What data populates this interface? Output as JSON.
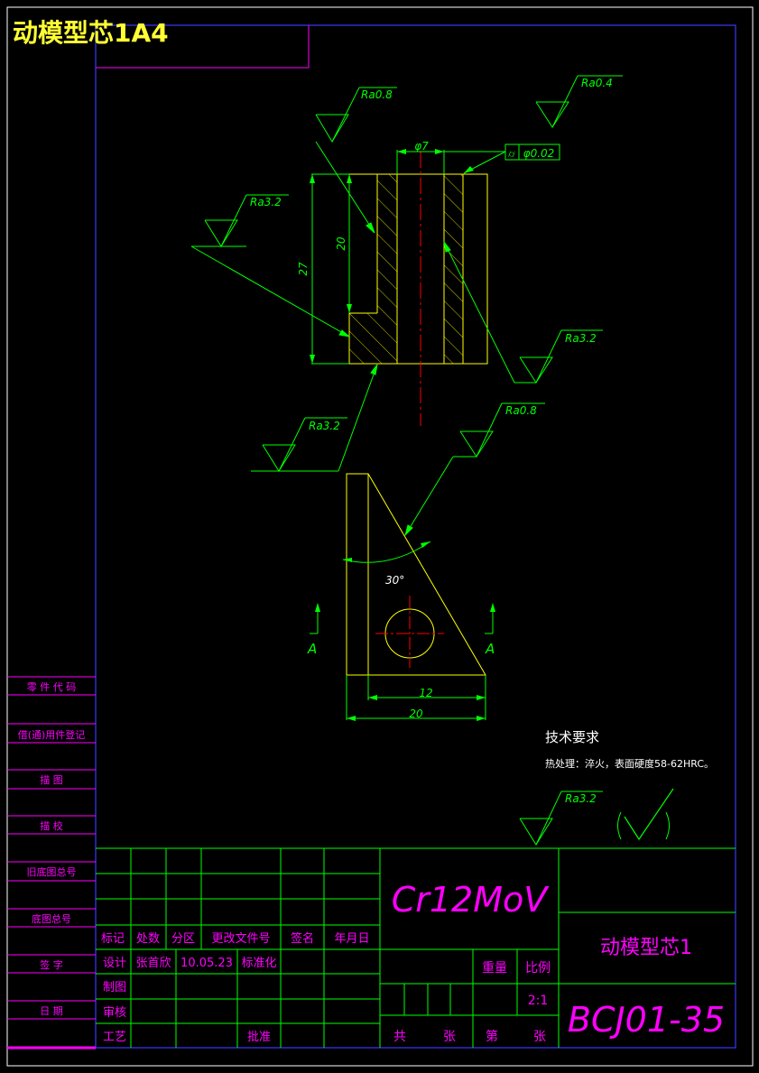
{
  "sheet": {
    "title": "动模型芯1A4",
    "colors": {
      "frame": "#3a3aff",
      "magenta": "#ff00ff",
      "green": "#00ff00",
      "yellow": "#ffff00",
      "red": "#ff0000",
      "cyan": "#00ffff",
      "white": "#ffffff",
      "title": "#ffff33"
    }
  },
  "side_labels": [
    "零 件 代 码",
    "借(通)用件登记",
    "描 图",
    "描 校",
    "旧底图总号",
    "底图总号",
    "签 字",
    "日 期"
  ],
  "roughness": {
    "top_left": "Ra0.8",
    "top_right": "Ra0.4",
    "left": "Ra3.2",
    "right": "Ra3.2",
    "bottom_left": "Ra3.2",
    "lower": "Ra0.8",
    "general": "Ra3.2"
  },
  "dimensions": {
    "hole_dia": "φ7",
    "tolerance_symbol": "⌭",
    "tolerance_value": "φ0.02",
    "height_total": "27",
    "height_slot": "20",
    "angle": "30°",
    "width_inner": "12",
    "width_total": "20",
    "section_left": "A",
    "section_right": "A"
  },
  "notes": {
    "heading": "技术要求",
    "line1": "热处理：淬火，表面硬度58-62HRC。",
    "general_mark": "(√)"
  },
  "title_block": {
    "material": "Cr12MoV",
    "part_name": "动模型芯1",
    "drawing_no": "BCJ01-35",
    "headers": [
      "标记",
      "处数",
      "分区",
      "更改文件号",
      "签名",
      "年月日"
    ],
    "design_label": "设计",
    "designer": "张首欣",
    "date": "10.05.23",
    "standardize": "标准化",
    "draw_label": "制图",
    "check_label": "审核",
    "process_label": "工艺",
    "approve_label": "批准",
    "weight_label": "重量",
    "scale_label": "比例",
    "scale": "2:1",
    "total_label": "共",
    "sheet_label1": "张",
    "page_label": "第",
    "sheet_label2": "张"
  }
}
